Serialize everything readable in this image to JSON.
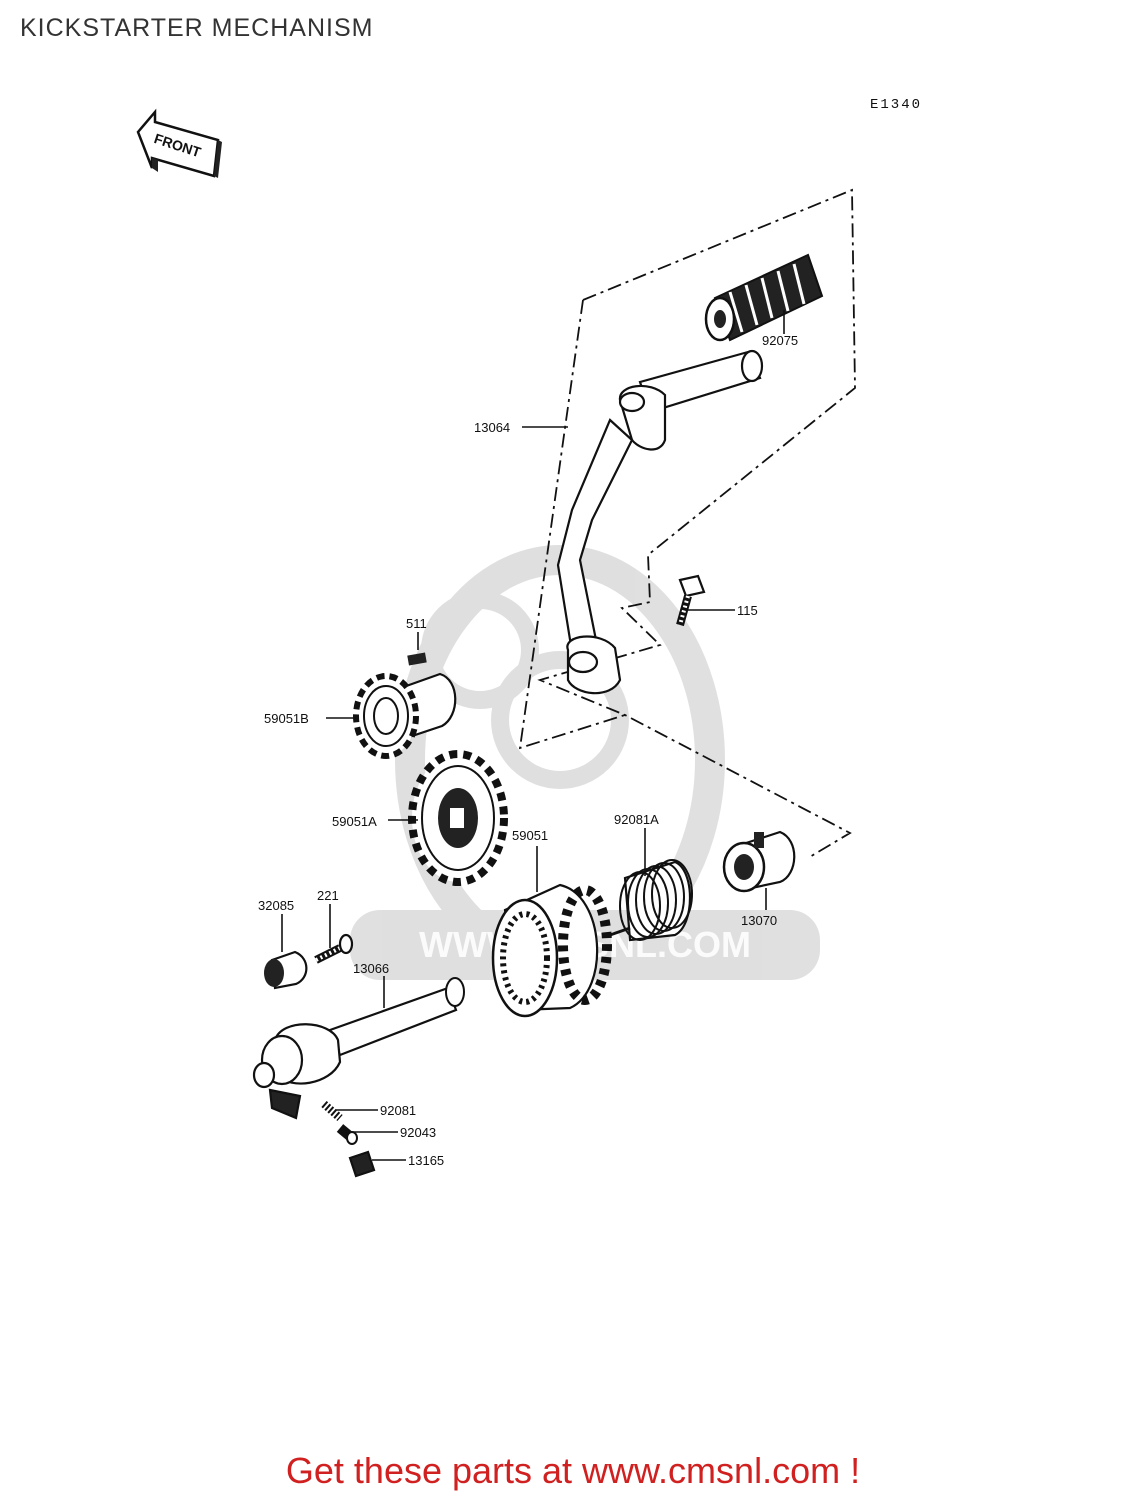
{
  "title": "KICKSTARTER MECHANISM",
  "diagram_code": "E1340",
  "front_label": "FRONT",
  "watermark": "WWW.CMSNL.COM",
  "parts": {
    "p92075": "92075",
    "p13064": "13064",
    "p115": "115",
    "p511": "511",
    "p59051B": "59051B",
    "p59051A": "59051A",
    "p59051": "59051",
    "p92081A": "92081A",
    "p13070": "13070",
    "p32085": "32085",
    "p221": "221",
    "p13066": "13066",
    "p92081": "92081",
    "p92043": "92043",
    "p13165": "13165"
  },
  "footer": "Get these parts at www.cmsnl.com !"
}
